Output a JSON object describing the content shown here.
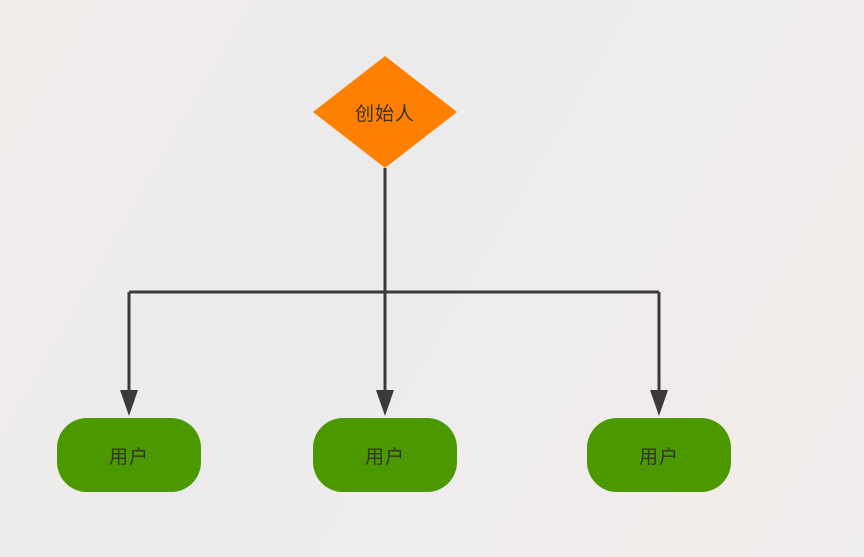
{
  "diagram": {
    "root": {
      "label": "创始人",
      "shape": "diamond",
      "color": "#ff8000"
    },
    "children": [
      {
        "label": "用户",
        "shape": "rounded-rect",
        "color": "#4b9800"
      },
      {
        "label": "用户",
        "shape": "rounded-rect",
        "color": "#4b9800"
      },
      {
        "label": "用户",
        "shape": "rounded-rect",
        "color": "#4b9800"
      }
    ],
    "edge_color": "#3a3a3a"
  }
}
